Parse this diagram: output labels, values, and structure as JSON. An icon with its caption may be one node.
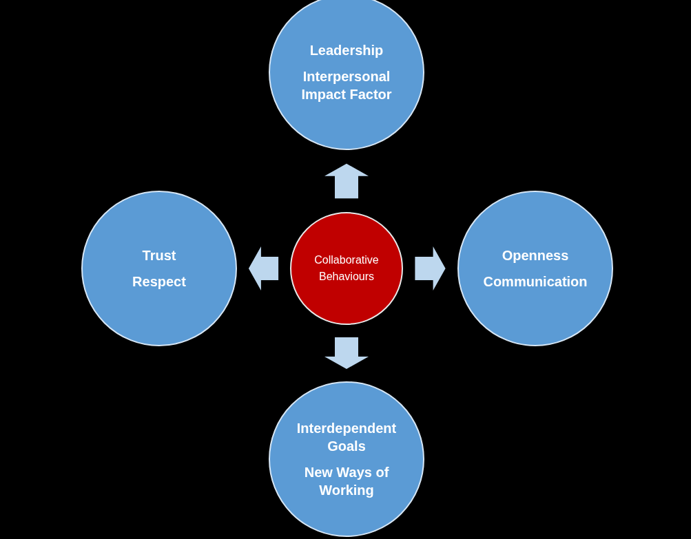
{
  "diagram": {
    "nodes": [
      {
        "text": [
          "Leadership",
          "Interpersonal Impact Factor"
        ]
      },
      {
        "text": [
          "Trust",
          "Respect"
        ]
      },
      {
        "text": [
          "Collaborative Behaviours"
        ]
      },
      {
        "text": [
          "Openness",
          "Communication"
        ]
      },
      {
        "text": [
          "Interdependent Goals",
          "New Ways of Working"
        ]
      }
    ],
    "edges": [
      {
        "from": 2,
        "to": 0,
        "arrow": "to"
      },
      {
        "from": 2,
        "to": 1,
        "arrow": "to"
      },
      {
        "from": 2,
        "to": 3,
        "arrow": "to"
      },
      {
        "from": 2,
        "to": 4,
        "arrow": "to"
      }
    ]
  }
}
